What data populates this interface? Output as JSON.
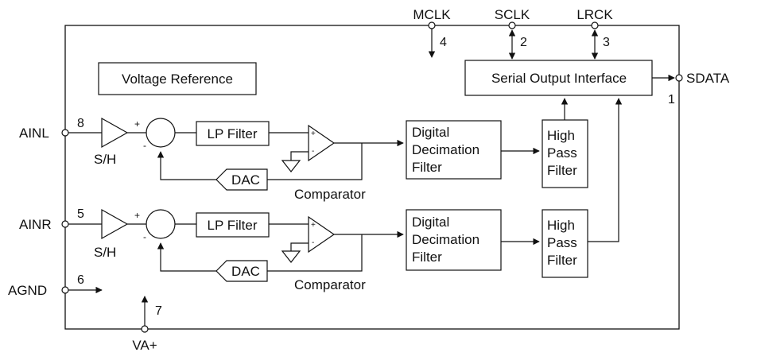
{
  "pins": {
    "mclk": {
      "label": "MCLK",
      "number": "4"
    },
    "sclk": {
      "label": "SCLK",
      "number": "2"
    },
    "lrck": {
      "label": "LRCK",
      "number": "3"
    },
    "sdata": {
      "label": "SDATA",
      "number": "1"
    },
    "ainl": {
      "label": "AINL",
      "number": "8"
    },
    "ainr": {
      "label": "AINR",
      "number": "5"
    },
    "agnd": {
      "label": "AGND",
      "number": "6"
    },
    "va": {
      "label": "VA+",
      "number": "7"
    }
  },
  "blocks": {
    "voltage_reference": "Voltage Reference",
    "serial_output_interface": "Serial Output Interface",
    "lp_filter": "LP Filter",
    "dac": "DAC",
    "comparator": "Comparator",
    "sample_hold": "S/H",
    "decimation_filter": [
      "Digital",
      "Decimation",
      "Filter"
    ],
    "high_pass_filter": [
      "High",
      "Pass",
      "Filter"
    ]
  },
  "signs": {
    "plus": "+",
    "minus": "-"
  }
}
